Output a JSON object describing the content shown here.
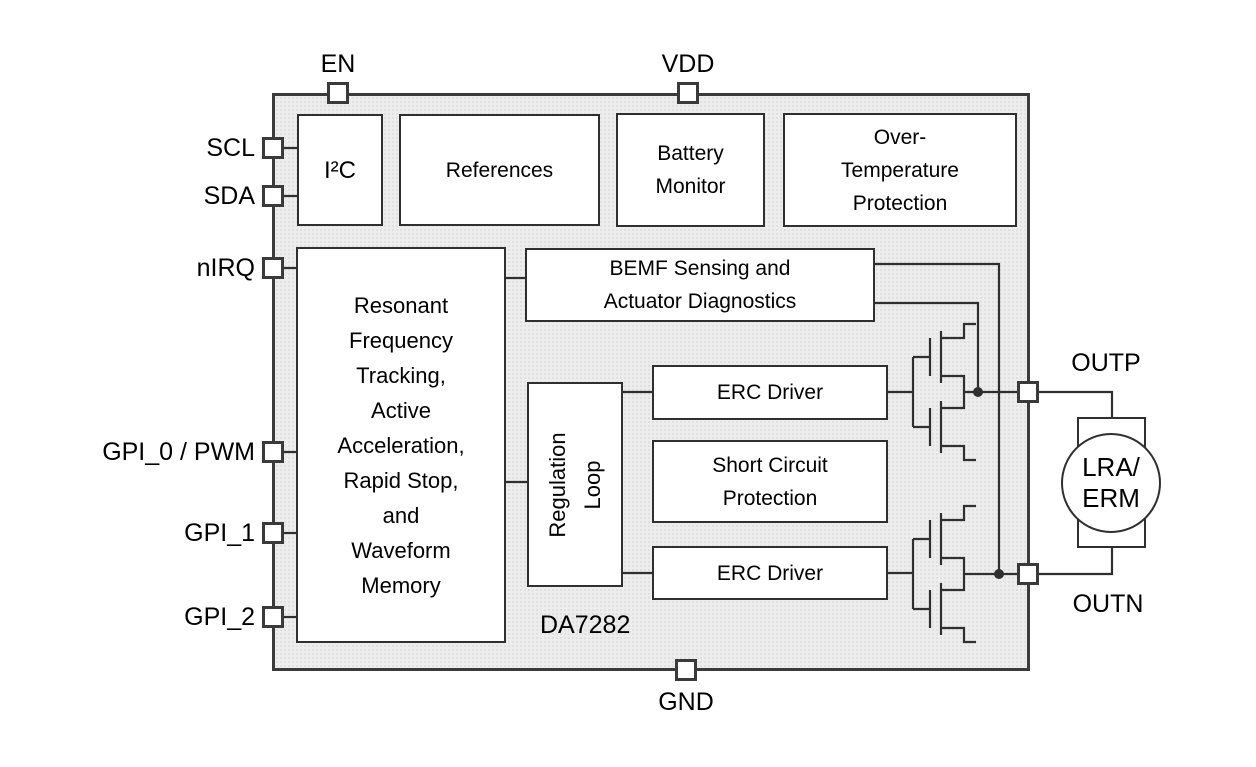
{
  "colors": {
    "page_bg": "#ffffff",
    "chip_fill": "#ededed",
    "chip_border": "#3a3a3a",
    "block_fill": "#ffffff",
    "block_border": "#2f2f2f",
    "wire": "#2f2f2f",
    "text": "#000000"
  },
  "chip": {
    "name": "DA7282"
  },
  "pins": {
    "en": "EN",
    "vdd": "VDD",
    "scl": "SCL",
    "sda": "SDA",
    "nirq": "nIRQ",
    "gpi0": "GPI_0 / PWM",
    "gpi1": "GPI_1",
    "gpi2": "GPI_2",
    "gnd": "GND",
    "outp": "OUTP",
    "outn": "OUTN"
  },
  "blocks": {
    "i2c": "I²C",
    "references": "References",
    "battery_monitor": "Battery\nMonitor",
    "over_temperature": "Over-\nTemperature\nProtection",
    "bemf": "BEMF Sensing and\nActuator Diagnostics",
    "engine": "Resonant\nFrequency\nTracking,\nActive\nAcceleration,\nRapid Stop,\nand\nWaveform\nMemory",
    "regulation_loop": "Regulation\nLoop",
    "erc_driver_top": "ERC Driver",
    "erc_driver_bottom": "ERC Driver",
    "short_circuit": "Short Circuit\nProtection",
    "load": "LRA/\nERM"
  }
}
